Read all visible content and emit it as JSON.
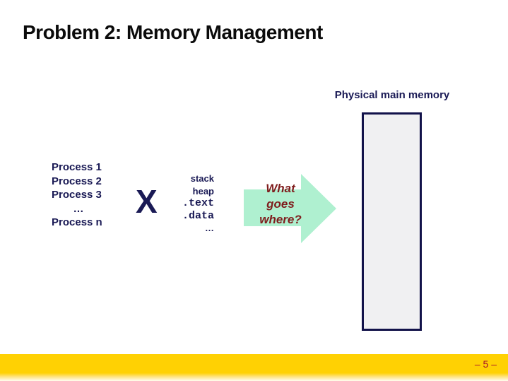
{
  "slide": {
    "title": "Problem 2: Memory Management",
    "memory_label": "Physical main memory",
    "process_list": [
      "Process 1",
      "Process 2",
      "Process 3",
      "…",
      "Process n"
    ],
    "x_mark": "X",
    "segments": [
      "stack",
      "heap",
      ".text",
      ".data",
      "…"
    ],
    "arrow_label": {
      "lines": [
        "What",
        "goes",
        "where?"
      ]
    },
    "page_number": "– 5 –"
  },
  "colors": {
    "ink": "#0b0b0b",
    "navy": "#1a1a55",
    "navy-dark": "#12124a",
    "darkred": "#7f1d1d",
    "mint": "#aff0d0",
    "gold": "#ffd103",
    "pagered": "#a5112e",
    "memfill": "#f0f0f2"
  }
}
